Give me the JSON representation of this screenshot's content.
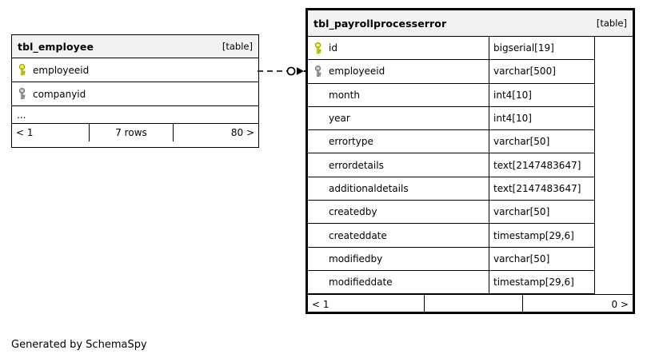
{
  "diagram": {
    "caption": "Generated by SchemaSpy",
    "table_tag": "[table]",
    "colors": {
      "primary_key": "#e8e800",
      "foreign_key": "#a9a9a9",
      "header_background": "#f2f2f2",
      "border": "#000000",
      "background": "#ffffff"
    },
    "relationship": {
      "name": "employeeid-foreign-key-link",
      "from_table": "tbl_employee",
      "from_column": "employeeid",
      "to_table": "tbl_payrollprocesserror",
      "to_column": "employeeid",
      "line_style": "dashed",
      "source_marker": "open-circle",
      "target_marker": "solid-arrowhead"
    }
  },
  "tables": [
    {
      "id": "tbl-employee",
      "name": "tbl_employee",
      "tag": "[table]",
      "emphasis": "normal",
      "columns": [
        {
          "name": "employeeid",
          "type": "",
          "key": "primary"
        },
        {
          "name": "companyid",
          "type": "",
          "key": "foreign"
        }
      ],
      "truncation_indicator": "...",
      "footer": {
        "prev": "< 1",
        "rows": "7 rows",
        "next": "80 >"
      }
    },
    {
      "id": "tbl-payrollprocesserror",
      "name": "tbl_payrollprocesserror",
      "tag": "[table]",
      "emphasis": "focus",
      "columns": [
        {
          "name": "id",
          "type": "bigserial[19]",
          "key": "primary"
        },
        {
          "name": "employeeid",
          "type": "varchar[500]",
          "key": "foreign"
        },
        {
          "name": "month",
          "type": "int4[10]",
          "key": "none"
        },
        {
          "name": "year",
          "type": "int4[10]",
          "key": "none"
        },
        {
          "name": "errortype",
          "type": "varchar[50]",
          "key": "none"
        },
        {
          "name": "errordetails",
          "type": "text[2147483647]",
          "key": "none"
        },
        {
          "name": "additionaldetails",
          "type": "text[2147483647]",
          "key": "none"
        },
        {
          "name": "createdby",
          "type": "varchar[50]",
          "key": "none"
        },
        {
          "name": "createddate",
          "type": "timestamp[29,6]",
          "key": "none"
        },
        {
          "name": "modifiedby",
          "type": "varchar[50]",
          "key": "none"
        },
        {
          "name": "modifieddate",
          "type": "timestamp[29,6]",
          "key": "none"
        }
      ],
      "footer": {
        "prev": "< 1",
        "rows": "",
        "next": "0 >"
      }
    }
  ]
}
